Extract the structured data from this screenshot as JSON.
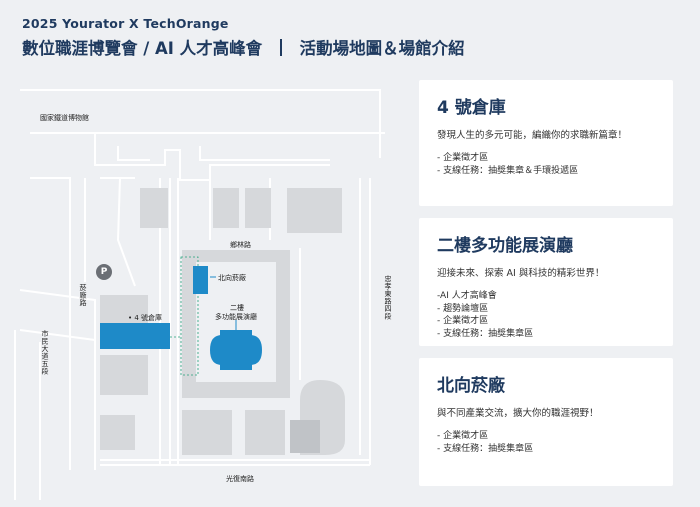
{
  "header": {
    "subtitle": "2025 Yourator X TechOrange",
    "title_left": "數位職涯博覽會 / AI 人才高峰會",
    "title_right": "活動場地圖＆場館介紹"
  },
  "map": {
    "labels": {
      "museum": "國家鐵道博物館",
      "yanchang_road": "菸廠路",
      "shimin_blvd": "市民大道五段",
      "zhongxiao_road": "忠孝東路四段",
      "guangfu_road": "光復南路",
      "linlin_road": "鄉林路",
      "north_factory": "北向菸廠",
      "warehouse4": "4 號倉庫",
      "hall_line1": "二樓",
      "hall_line2": "多功能展演廳",
      "parking": "P"
    },
    "colors": {
      "venue_blue": "#1e8ac8",
      "road_line": "#ffffff",
      "block": "#d6d8db"
    }
  },
  "cards": [
    {
      "title": "4 號倉庫",
      "desc": "發現人生的多元可能，編織你的求職新篇章！",
      "items": [
        "- 企業徵才區",
        "- 支線任務：抽獎集章＆手環投遞區"
      ]
    },
    {
      "title": "二樓多功能展演廳",
      "desc": "迎接未來、探索 AI 與科技的精彩世界！",
      "items": [
        "-AI 人才高峰會",
        "- 趨勢論壇區",
        "- 企業徵才區",
        "- 支線任務：抽獎集章區"
      ]
    },
    {
      "title": "北向菸廠",
      "desc": "與不同產業交流，擴大你的職涯視野！",
      "items": [
        "- 企業徵才區",
        "- 支線任務：抽獎集章區"
      ]
    }
  ]
}
